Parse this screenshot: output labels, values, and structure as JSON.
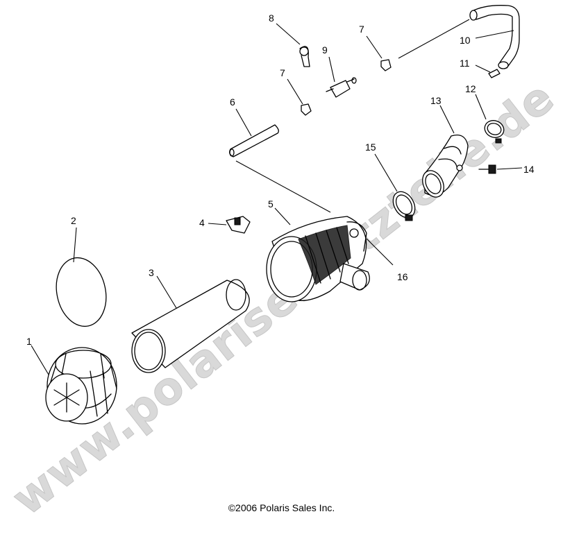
{
  "watermark": "www.polarisersatzteile.de",
  "copyright": "©2006 Polaris Sales Inc.",
  "callouts": {
    "c1": "1",
    "c2": "2",
    "c3": "3",
    "c4": "4",
    "c5": "5",
    "c6": "6",
    "c7a": "7",
    "c7b": "7",
    "c8": "8",
    "c9": "9",
    "c10": "10",
    "c11": "11",
    "c12": "12",
    "c13": "13",
    "c14": "14",
    "c15": "15",
    "c16": "16"
  }
}
